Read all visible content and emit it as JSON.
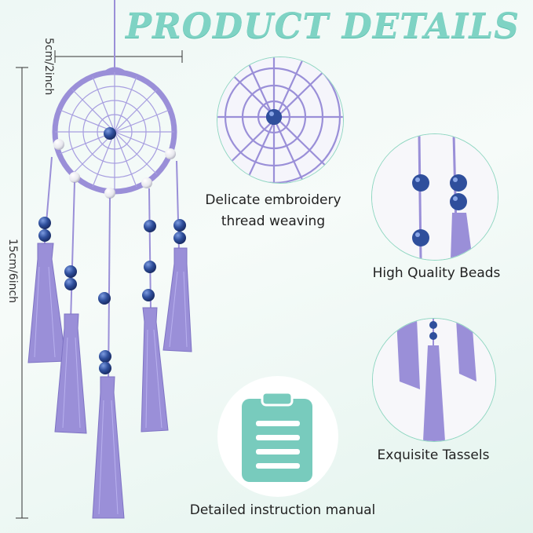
{
  "title": "PRODUCT DETAILS",
  "dimensions": {
    "width_label": "5cm/2inch",
    "height_label": "15cm/6inch"
  },
  "features": [
    {
      "caption_line1": "Delicate embroidery",
      "caption_line2": "thread weaving"
    },
    {
      "caption": "High Quality Beads"
    },
    {
      "caption": "Exquisite Tassels"
    },
    {
      "caption": "Detailed instruction manual"
    }
  ],
  "colors": {
    "title": "#7fd3c4",
    "thread": "#9a8fd8",
    "bead": "#2f4f9c",
    "pearl": "#f3f3f6",
    "clipboard": "#78cbbd"
  }
}
